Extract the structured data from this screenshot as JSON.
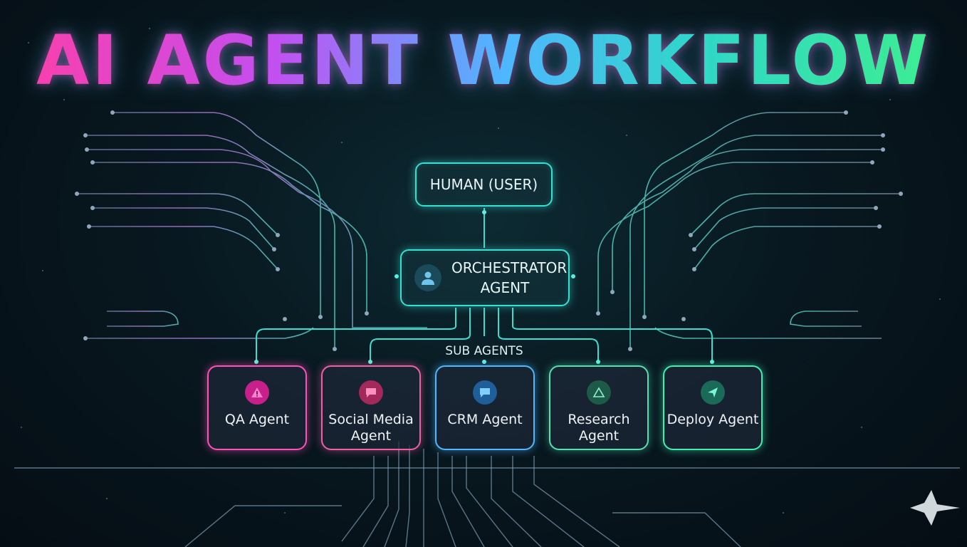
{
  "title": "AI AGENT WORKFLOW",
  "nodes": {
    "human": "HUMAN (USER)",
    "orchestrator": "ORCHESTRATOR AGENT",
    "sub_agents_label": "SUB AGENTS"
  },
  "agents": [
    {
      "name": "QA Agent",
      "icon": "warning-icon",
      "color": "#ff4fb8"
    },
    {
      "name": "Social Media Agent",
      "icon": "chat-bubble-icon",
      "color": "#ef5fa8"
    },
    {
      "name": "CRM Agent",
      "icon": "chat-bubble-icon",
      "color": "#4fb6ff"
    },
    {
      "name": "Research Agent",
      "icon": "triangle-icon",
      "color": "#55e0b0"
    },
    {
      "name": "Deploy Agent",
      "icon": "paper-plane-icon",
      "color": "#3ff0b0"
    }
  ],
  "colors": {
    "accent": "#37e0d0",
    "title_gradient": [
      "#ff3ea5",
      "#c44ef0",
      "#4fb6ff",
      "#2fd7c8",
      "#3ff08a"
    ],
    "background": "#081820"
  }
}
